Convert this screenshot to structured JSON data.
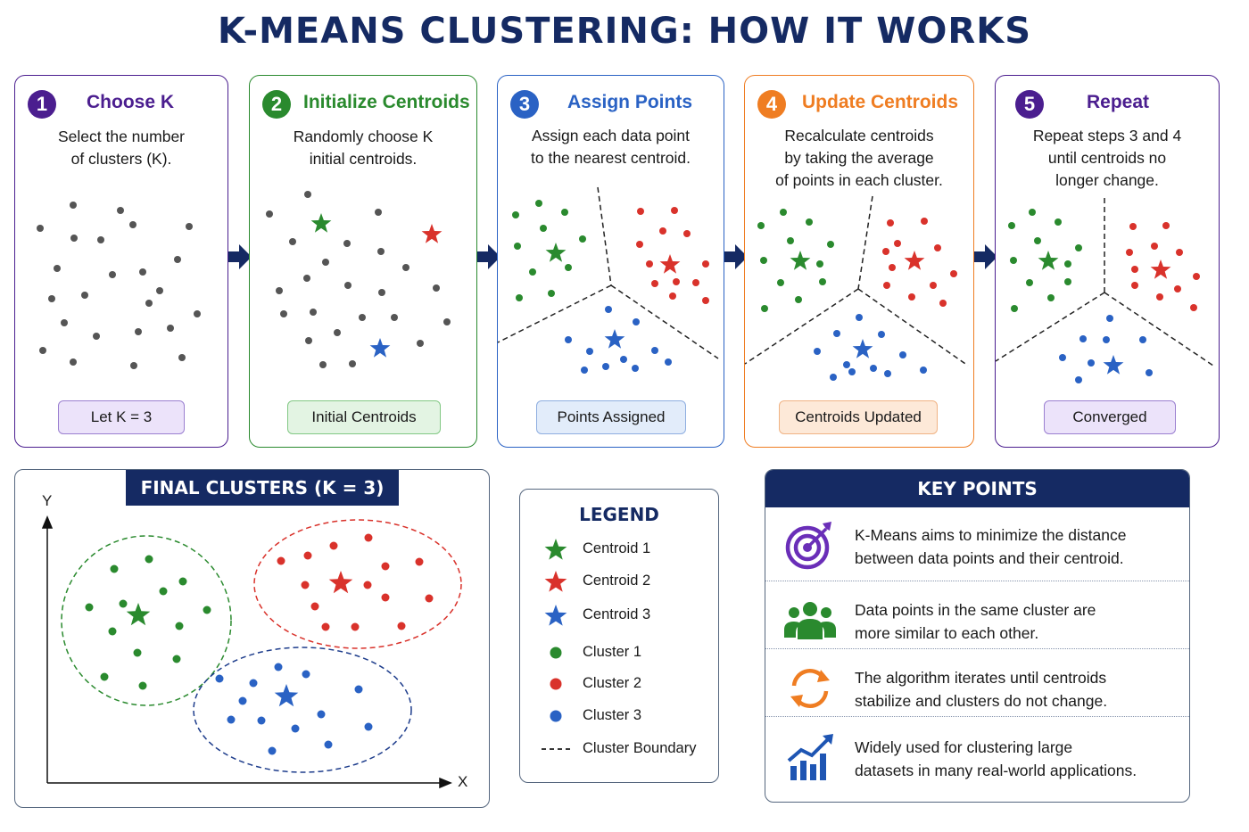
{
  "title": "K-MEANS CLUSTERING: HOW IT WORKS",
  "colors": {
    "navy": "#152a63",
    "purple": "#4b1e8f",
    "green": "#2a8a2e",
    "red": "#d9322b",
    "blue": "#2a62c4",
    "orange": "#ef7d22",
    "gray": "#555555"
  },
  "steps": [
    {
      "num": "1",
      "title": "Choose K",
      "desc": [
        "Select the number",
        "of clusters (K)."
      ],
      "badge": "Let K = 3"
    },
    {
      "num": "2",
      "title": "Initialize Centroids",
      "desc": [
        "Randomly choose K",
        "initial centroids."
      ],
      "badge": "Initial Centroids"
    },
    {
      "num": "3",
      "title": "Assign Points",
      "desc": [
        "Assign each data point",
        "to the nearest centroid."
      ],
      "badge": "Points Assigned"
    },
    {
      "num": "4",
      "title": "Update Centroids",
      "desc": [
        "Recalculate centroids",
        "by taking the average",
        "of points in each cluster."
      ],
      "badge": "Centroids Updated"
    },
    {
      "num": "5",
      "title": "Repeat",
      "desc": [
        "Repeat steps 3 and 4",
        "until centroids no",
        "longer change."
      ],
      "badge": "Converged"
    }
  ],
  "final": {
    "title": "FINAL CLUSTERS (K = 3)",
    "axis_y": "Y",
    "axis_x": "X"
  },
  "legend": {
    "title": "LEGEND",
    "items": [
      {
        "label": "Centroid 1",
        "symbol": "star",
        "color": "#2a8a2e"
      },
      {
        "label": "Centroid 2",
        "symbol": "star",
        "color": "#d9322b"
      },
      {
        "label": "Centroid 3",
        "symbol": "star",
        "color": "#2a62c4"
      },
      {
        "label": "Cluster 1",
        "symbol": "dot",
        "color": "#2a8a2e"
      },
      {
        "label": "Cluster 2",
        "symbol": "dot",
        "color": "#d9322b"
      },
      {
        "label": "Cluster 3",
        "symbol": "dot",
        "color": "#2a62c4"
      },
      {
        "label": "Cluster Boundary",
        "symbol": "dash",
        "color": "#1a1a1a"
      }
    ]
  },
  "keypoints": {
    "title": "KEY POINTS",
    "items": [
      {
        "icon": "target-icon",
        "lines": [
          "K-Means aims to minimize the distance",
          "between data points and their centroid."
        ]
      },
      {
        "icon": "group-icon",
        "lines": [
          "Data points in the same cluster are",
          "more similar to each other."
        ]
      },
      {
        "icon": "refresh-icon",
        "lines": [
          "The algorithm iterates until centroids",
          "stabilize and clusters do not change."
        ]
      },
      {
        "icon": "growth-chart-icon",
        "lines": [
          "Widely used for clustering large",
          "datasets in many real-world applications."
        ]
      }
    ]
  }
}
